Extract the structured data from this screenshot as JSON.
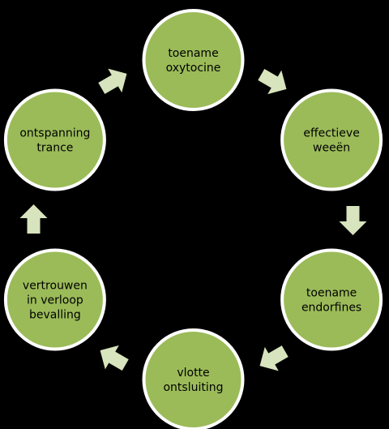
{
  "colors": {
    "background": "#000000",
    "node_fill": "#9bbb59",
    "node_border": "#ffffff",
    "arrow_fill": "#d7e4bd",
    "text": "#000000"
  },
  "nodes": [
    {
      "id": "toename-oxytocine",
      "lines": [
        "toename",
        "oxytocine"
      ]
    },
    {
      "id": "effectieve-weeen",
      "lines": [
        "effectieve",
        "weeën"
      ]
    },
    {
      "id": "toename-endorfines",
      "lines": [
        "toename",
        "endorfines"
      ]
    },
    {
      "id": "vlotte-ontsluiting",
      "lines": [
        "vlotte",
        "ontsluiting"
      ]
    },
    {
      "id": "vertrouwen-in-verloop-bevalling",
      "lines": [
        "vertrouwen",
        "in verloop",
        "bevalling"
      ]
    },
    {
      "id": "ontspanning-trance",
      "lines": [
        "ontspanning",
        "trance"
      ]
    }
  ]
}
